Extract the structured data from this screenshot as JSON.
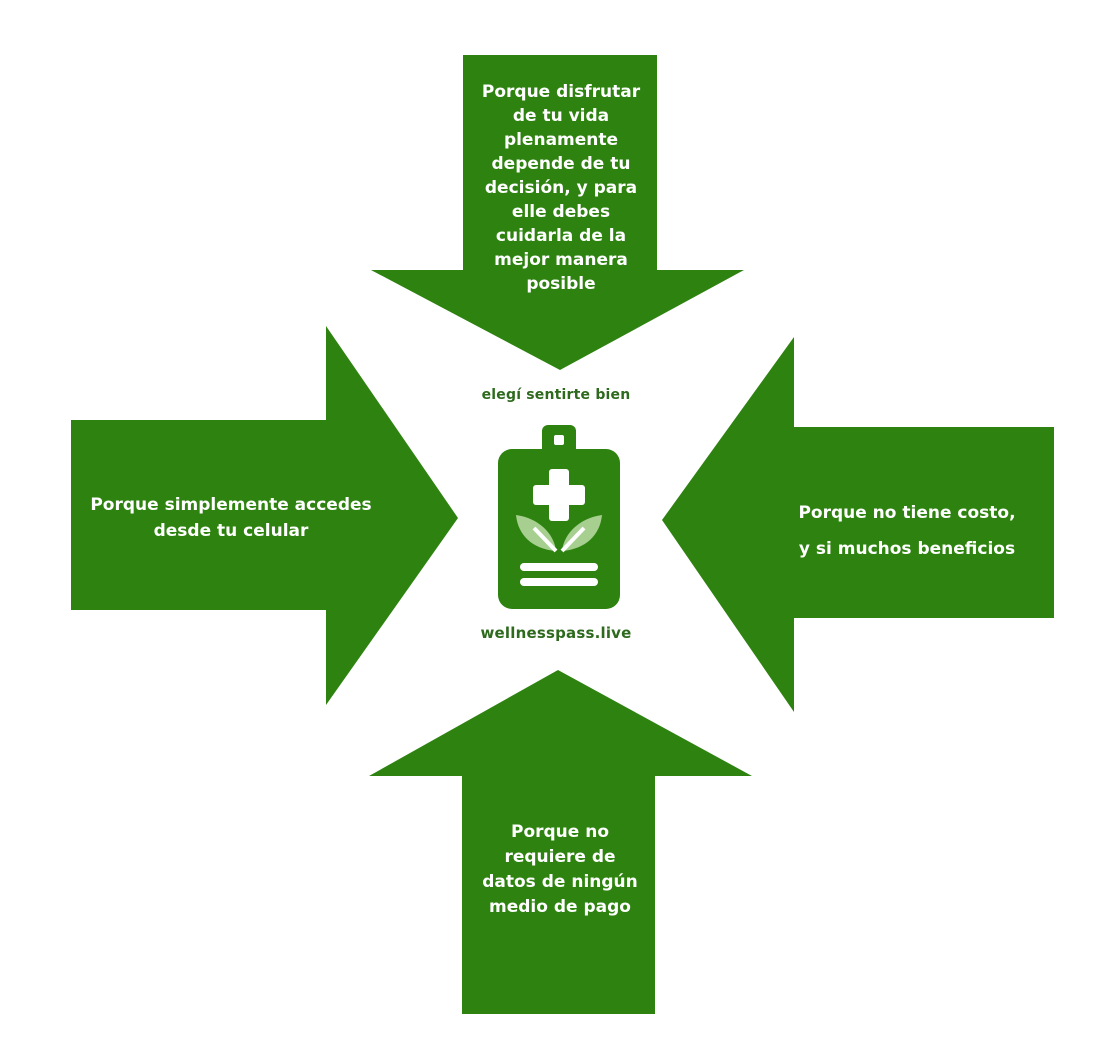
{
  "colors": {
    "arrow_green": "#2e8310",
    "brand_green": "#2e6a1e",
    "logo_leaf_light": "#a6cf90",
    "background": "#ffffff"
  },
  "arrows": {
    "top": {
      "text": "Porque disfrutar\nde tu vida\nplenamente\ndepende de tu\ndecisión, y para\nelle debes\ncuidarla de la\nmejor manera\nposible"
    },
    "left": {
      "text": "Porque simplemente accedes\ndesde tu celular"
    },
    "right": {
      "text": "Porque no tiene costo,\ny si muchos beneficios"
    },
    "bottom": {
      "text": "Porque no\nrequiere de\ndatos de ningún\nmedio de pago"
    }
  },
  "brand": {
    "tagline": "elegí sentirte bien",
    "domain": "wellnesspass.live",
    "icon": "clipboard-medical-leaf-icon"
  }
}
